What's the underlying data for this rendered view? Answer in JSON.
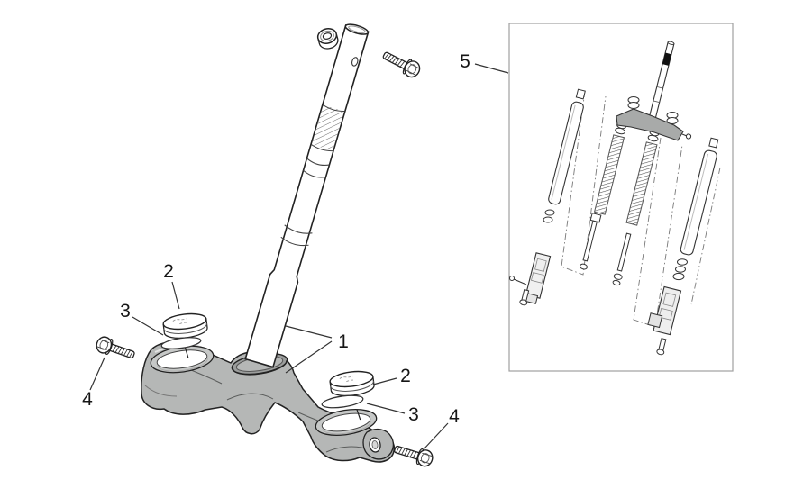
{
  "figure": {
    "callouts": {
      "stem_assembly": "1",
      "washer_left": "2",
      "washer_right": "2",
      "seal_ring_left": "3",
      "seal_ring_right": "3",
      "bolt_left": "4",
      "bolt_right": "4",
      "inset_fork": "5"
    },
    "colors": {
      "line": "#222222",
      "clamp_fill": "#b5b7b6",
      "background": "#ffffff",
      "inset_border": "#a0a0a0",
      "stem_band": "#111111"
    }
  }
}
